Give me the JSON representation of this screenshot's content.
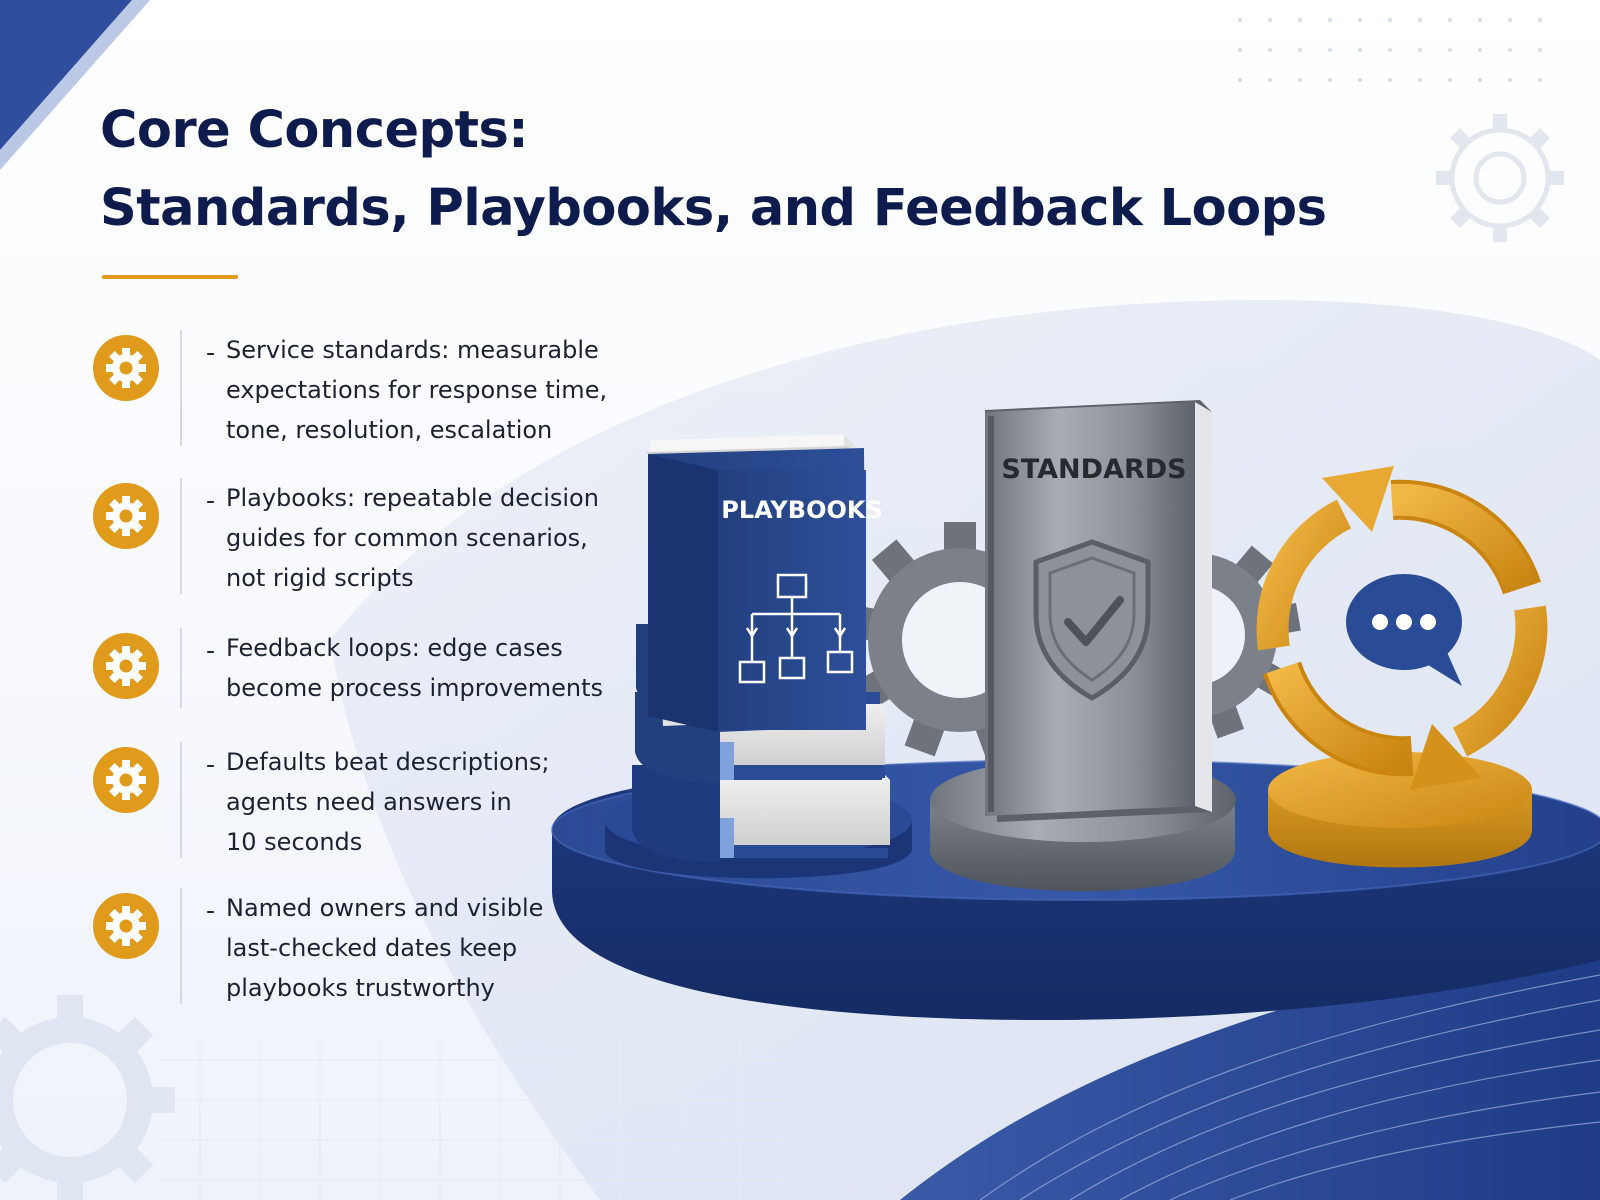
{
  "slide": {
    "title_lines": [
      "Core Concepts:",
      "Standards, Playbooks, and Feedback Loops"
    ],
    "bullets": [
      {
        "dash": "-",
        "lines": [
          "Service standards: measurable",
          "expectations for response time,",
          "tone, resolution, escalation"
        ],
        "icon": "gear-icon"
      },
      {
        "dash": "-",
        "lines": [
          "Playbooks: repeatable decision",
          "guides for common scenarios,",
          "not rigid scripts"
        ],
        "icon": "gear-icon"
      },
      {
        "dash": "-",
        "lines": [
          "Feedback loops: edge cases",
          "become process improvements"
        ],
        "icon": "gear-icon"
      },
      {
        "dash": "-",
        "lines": [
          "Defaults beat descriptions;",
          "agents need answers in",
          "10 seconds"
        ],
        "icon": "gear-icon"
      },
      {
        "dash": "-",
        "lines": [
          "Named owners and visible",
          "last-checked dates keep",
          "playbooks trustworthy"
        ],
        "icon": "gear-icon"
      }
    ],
    "illustration": {
      "playbooks_label": "PLAYBOOKS",
      "standards_label": "STANDARDS",
      "icons": [
        "flowchart-icon",
        "shield-check-icon",
        "cycle-arrows-icon",
        "chat-bubble-icon",
        "gear-icon"
      ]
    },
    "colors": {
      "navy": "#0d1b4d",
      "blue": "#26458f",
      "gold": "#e09a1c",
      "steel": "#8a8f98"
    }
  }
}
